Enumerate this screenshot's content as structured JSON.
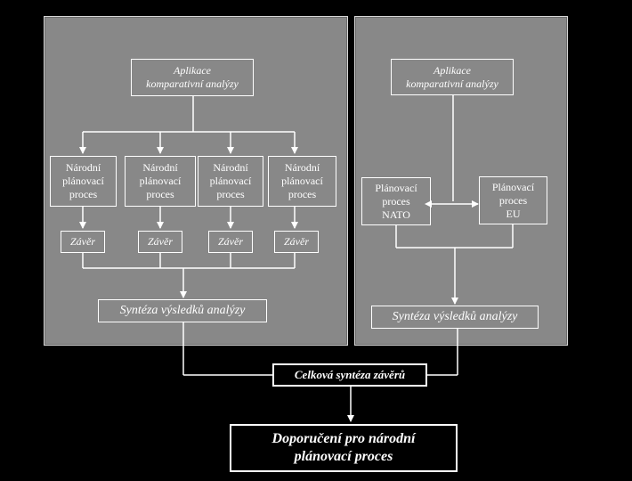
{
  "left": {
    "app_box": "Aplikace\nkomparativní analýzy",
    "national_process": "Národní\nplánovací\nproces",
    "conclusion": "Závěr",
    "synthesis": "Syntéza výsledků analýzy"
  },
  "right": {
    "app_box": "Aplikace\nkomparativní analýzy",
    "nato_process": "Plánovací\nproces\nNATO",
    "eu_process": "Plánovací\nproces\nEU",
    "synthesis": "Syntéza výsledků analýzy"
  },
  "overall_synthesis": "Celková syntéza závěrů",
  "recommendation": "Doporučení pro národní\nplánovací proces"
}
